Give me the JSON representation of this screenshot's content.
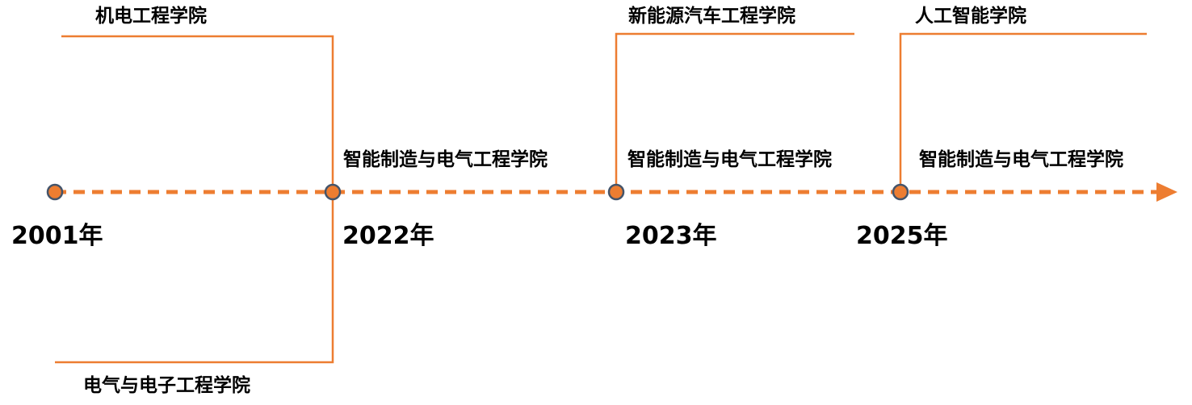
{
  "colors": {
    "accent": "#ED7D31",
    "node_border": "#44546A",
    "text": "#000000"
  },
  "timeline": {
    "events": [
      {
        "year": "2001年",
        "top_label": "机电工程学院",
        "bottom_label": "电气与电子工程学院"
      },
      {
        "year": "2022年",
        "line_label": "智能制造与电气工程学院"
      },
      {
        "year": "2023年",
        "top_label": "新能源汽车工程学院",
        "line_label": "智能制造与电气工程学院"
      },
      {
        "year": "2025年",
        "top_label": "人工智能学院",
        "line_label": "智能制造与电气工程学院"
      }
    ]
  }
}
